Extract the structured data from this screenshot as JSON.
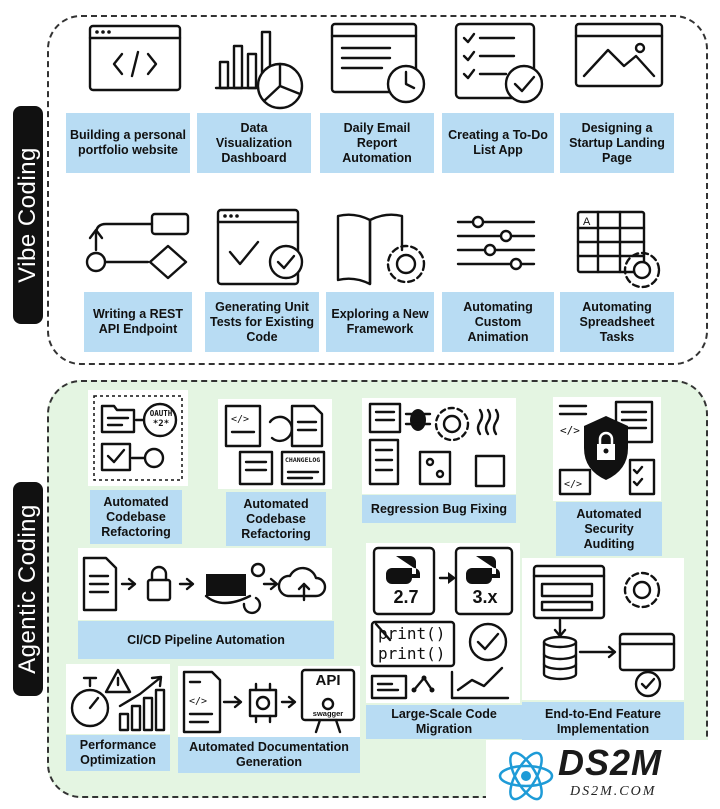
{
  "vibe": {
    "title": "Vibe Coding",
    "items": [
      {
        "label": "Building a personal portfolio website",
        "icon": "code-window-icon"
      },
      {
        "label": "Data Visualization Dashboard",
        "icon": "bar-pie-chart-icon"
      },
      {
        "label": "Daily Email Report Automation",
        "icon": "report-clock-icon"
      },
      {
        "label": "Creating a To-Do List App",
        "icon": "checklist-icon"
      },
      {
        "label": "Designing a Startup Landing Page",
        "icon": "landing-image-icon"
      },
      {
        "label": "Writing a REST API Endpoint",
        "icon": "flowchart-icon"
      },
      {
        "label": "Generating Unit Tests for Existing Code",
        "icon": "test-window-icon"
      },
      {
        "label": "Exploring a New Framework",
        "icon": "book-gear-icon"
      },
      {
        "label": "Automating Custom Animation",
        "icon": "sliders-icon"
      },
      {
        "label": "Automating Spreadsheet Tasks",
        "icon": "spreadsheet-gear-icon"
      }
    ]
  },
  "agentic": {
    "title": "Agentic Coding",
    "items": [
      {
        "label": "Automated Codebase Refactoring",
        "icon": "oauth-refactor-icon"
      },
      {
        "label": "Automated Codebase Refactoring",
        "icon": "changelog-docs-icon"
      },
      {
        "label": "Regression Bug Fixing",
        "icon": "bug-gear-icon"
      },
      {
        "label": "Automated Security Auditing",
        "icon": "shield-lock-icon"
      },
      {
        "label": "CI/CD Pipeline Automation",
        "icon": "pipeline-icon"
      },
      {
        "label": "Large-Scale Code Migration",
        "icon": "python-migration-icon"
      },
      {
        "label": "End-to-End Feature Implementation",
        "icon": "feature-stack-icon"
      },
      {
        "label": "Performance Optimization",
        "icon": "stopwatch-chart-icon"
      },
      {
        "label": "Automated Documentation Generation",
        "icon": "api-docs-icon"
      }
    ],
    "icon_text": {
      "oauth": "OAUTH",
      "oauth_sub": "*2*",
      "changelog": "CHANGELOG",
      "py_old": "2.7",
      "py_new": "3.x",
      "print_old": "print()",
      "print_new": "print()",
      "api": "API",
      "swagger": "swagger"
    }
  },
  "watermark": {
    "brand": "DS2M",
    "url": "DS2M.COM"
  },
  "colors": {
    "label_bg": "#b8dcf3",
    "agentic_bg": "#e4f5e2",
    "tab_bg": "#111111"
  }
}
